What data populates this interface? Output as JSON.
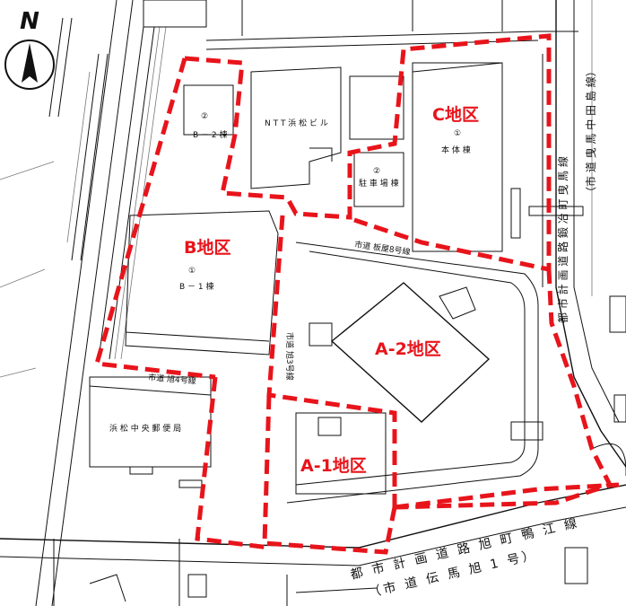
{
  "compass": {
    "label": "N"
  },
  "districts": {
    "c": "C地区",
    "b": "B地区",
    "a2": "A-2地区",
    "a1": "A-1地区"
  },
  "buildings": {
    "ntt": "N T T 浜 松 ビ ル",
    "honta_num": "①",
    "honta": "本 体 棟",
    "parking_num": "②",
    "parking": "駐 車 場 棟",
    "b2_num": "②",
    "b2": "B － 2 棟",
    "b1_num": "①",
    "b1": "B － 1 棟",
    "post": "浜 松 中 央 郵 便 局"
  },
  "roads": {
    "itaya": "市道 板屋8号線",
    "asahi4": "市道 旭4号線",
    "asahi_v": "市道 旭3号線",
    "kamoe_1": "都 市 計 画 道 路 旭 町 鴨 江 線",
    "kamoe_2": "（市 道 伝 馬 旭 1 号）",
    "ekimae": "都 市 計 画 道 路 鍛 冶 町 曳 馬 線",
    "ekimae_sub": "（市 道 曳 馬 中 田 島 線）"
  },
  "colors": {
    "boundary": "#e8141b",
    "linework": "#111111"
  }
}
